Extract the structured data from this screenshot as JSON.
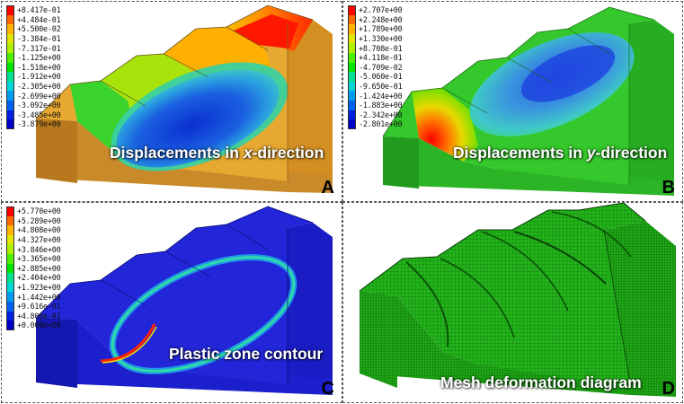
{
  "panels": {
    "a": {
      "letter": "A",
      "caption_pre": "Displacements in ",
      "caption_axis": "x",
      "caption_post": "-direction",
      "legend": [
        "+8.417e-01",
        "+4.484e-01",
        "+5.500e-02",
        "-3.384e-01",
        "-7.317e-01",
        "-1.125e+00",
        "-1.518e+00",
        "-1.912e+00",
        "-2.305e+00",
        "-2.699e+00",
        "-3.092e+00",
        "-3.485e+00",
        "-3.879e+00"
      ]
    },
    "b": {
      "letter": "B",
      "caption_pre": "Displacements in ",
      "caption_axis": "y",
      "caption_post": "-direction",
      "legend": [
        "+2.707e+00",
        "+2.248e+00",
        "+1.789e+00",
        "+1.330e+00",
        "+8.708e-01",
        "+4.118e-01",
        "-4.709e-02",
        "-5.060e-01",
        "-9.650e-01",
        "-1.424e+00",
        "-1.883e+00",
        "-2.342e+00",
        "-2.801e+00"
      ]
    },
    "c": {
      "letter": "C",
      "caption": "Plastic zone contour",
      "legend": [
        "+5.770e+00",
        "+5.289e+00",
        "+4.808e+00",
        "+4.327e+00",
        "+3.846e+00",
        "+3.365e+00",
        "+2.885e+00",
        "+2.404e+00",
        "+1.923e+00",
        "+1.442e+00",
        "+9.616e-01",
        "+4.808e-01",
        "+0.000e+00"
      ]
    },
    "d": {
      "letter": "D",
      "caption": "Mesh deformation diagram"
    }
  },
  "legend_colors": [
    "#ff0000",
    "#ff6a00",
    "#ffb400",
    "#e2e600",
    "#aef000",
    "#4cf000",
    "#00e600",
    "#00e090",
    "#00d8d8",
    "#009cf0",
    "#0060f0",
    "#0020e0",
    "#0000c8"
  ],
  "colors": {
    "orange_body": "#d99a2e",
    "green_body": "#2fc12a",
    "blue_body": "#1f22d6",
    "mesh_green": "#22b41a"
  }
}
